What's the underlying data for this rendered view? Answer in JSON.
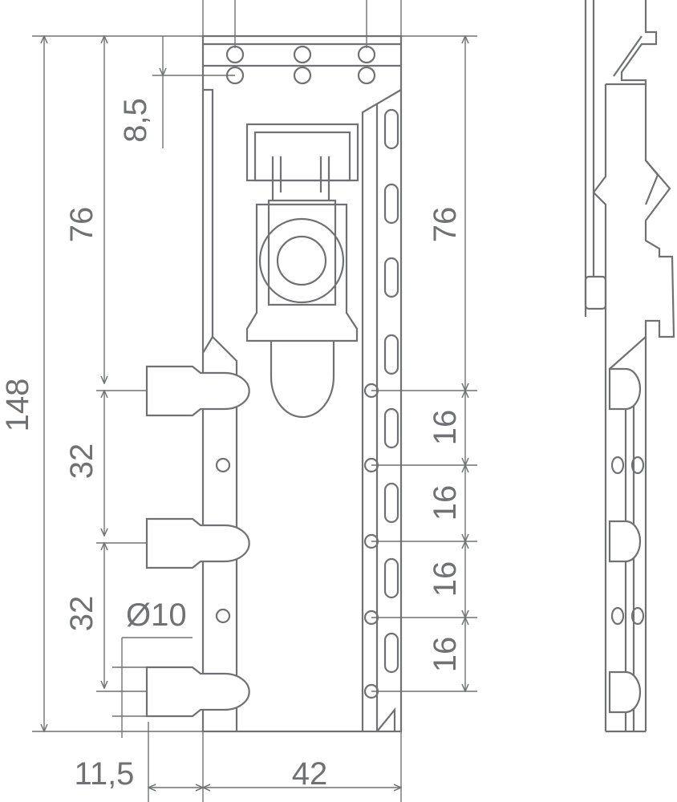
{
  "drawing": {
    "line_color": "#707174",
    "dimensions": {
      "total_height": "148",
      "left_upper": "76",
      "top_hole_spacing": "8,5",
      "pin_spacing_1": "32",
      "pin_spacing_2": "32",
      "pin_diameter": "Ø10",
      "pin_offset": "11,5",
      "plate_width": "42",
      "right_upper": "76",
      "hole_spacing": [
        "16",
        "16",
        "16",
        "16"
      ]
    }
  }
}
